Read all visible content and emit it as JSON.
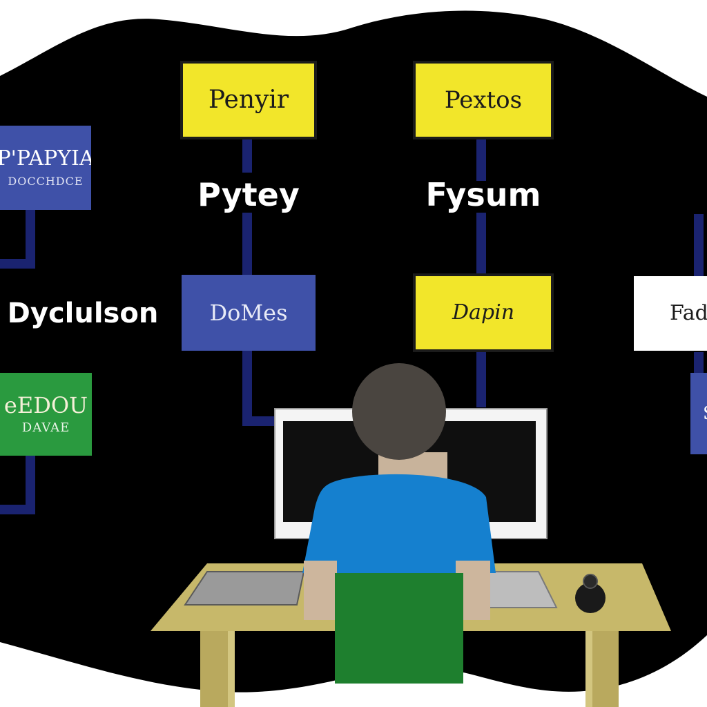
{
  "boxes": [
    {
      "title": "P'PAPYIA",
      "subtitle": "DOCCHDCE",
      "color": "#3f51a8"
    },
    {
      "title": "Penyir",
      "subtitle": "",
      "color": "#f2e62a"
    },
    {
      "title": "Pextos",
      "subtitle": "",
      "color": "#f2e62a"
    },
    {
      "title": "DoMes",
      "subtitle": "",
      "color": "#3f51a8"
    },
    {
      "title": "Dapin",
      "subtitle": "",
      "color": "#f2e62a"
    },
    {
      "title": "Fad",
      "subtitle": "",
      "color": "#ffffff"
    },
    {
      "title": "eEDOU",
      "subtitle": "DAVAE",
      "color": "#2a9a3f"
    },
    {
      "title": "S",
      "subtitle": "",
      "color": "#3f51a8"
    }
  ],
  "labels": [
    "Pytey",
    "Fysum",
    "Dyclulson"
  ],
  "colors": {
    "background": "#000000",
    "connector": "#1a2370",
    "shirt": "#1580cf",
    "chair": "#1e7f2e",
    "desk": "#c7b86a"
  },
  "icons": [
    "computer-monitor",
    "desk",
    "person-at-desk",
    "chair",
    "desk-webcam"
  ]
}
